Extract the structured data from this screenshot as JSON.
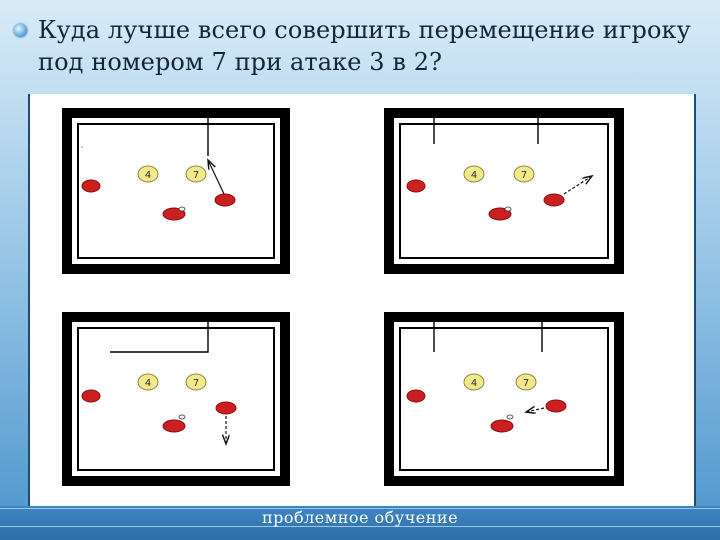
{
  "slide": {
    "title": "Куда лучше всего совершить перемещение игроку под номером 7 при атаке 3 в 2?",
    "footer": "проблемное обучение"
  },
  "diagrams": [
    {
      "id": "top-left",
      "markers": [
        {
          "kind": "defender"
        },
        {
          "kind": "attacker",
          "label": "4"
        },
        {
          "kind": "attacker",
          "label": "7"
        },
        {
          "kind": "defender"
        },
        {
          "kind": "defender"
        }
      ]
    },
    {
      "id": "top-right",
      "markers": [
        {
          "kind": "defender"
        },
        {
          "kind": "attacker",
          "label": "4"
        },
        {
          "kind": "attacker",
          "label": "7"
        },
        {
          "kind": "defender"
        },
        {
          "kind": "defender"
        }
      ]
    },
    {
      "id": "bottom-left",
      "markers": [
        {
          "kind": "defender"
        },
        {
          "kind": "attacker",
          "label": "4"
        },
        {
          "kind": "attacker",
          "label": "7"
        },
        {
          "kind": "defender"
        },
        {
          "kind": "defender"
        }
      ]
    },
    {
      "id": "bottom-right",
      "markers": [
        {
          "kind": "defender"
        },
        {
          "kind": "attacker",
          "label": "4"
        },
        {
          "kind": "attacker",
          "label": "7"
        },
        {
          "kind": "defender"
        },
        {
          "kind": "defender"
        }
      ]
    }
  ],
  "colors": {
    "defender": "#cc1f1f",
    "attacker": "#f2e98a",
    "court_frame": "#000000"
  }
}
